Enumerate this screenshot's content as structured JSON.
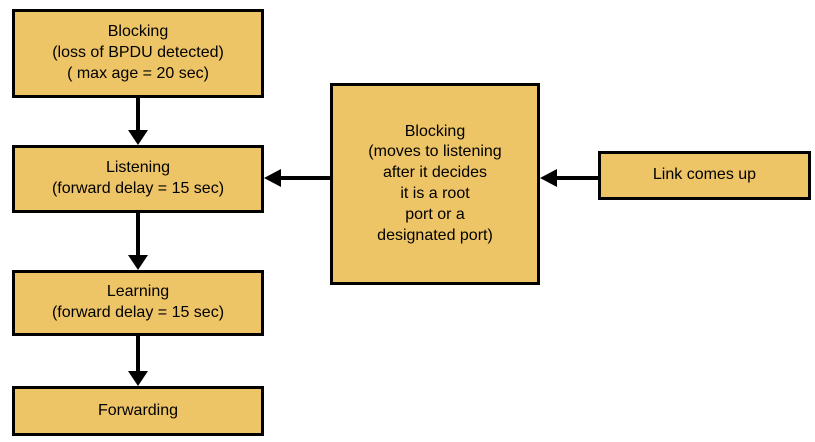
{
  "colors": {
    "background": "#ffffff",
    "box_fill": "#edc466",
    "box_border": "#000000",
    "arrow": "#000000",
    "text": "#000000"
  },
  "nodes": {
    "blocking_top": {
      "label": "Blocking\n(loss of BPDU detected)\n( max age = 20 sec)"
    },
    "listening": {
      "label": "Listening\n(forward delay = 15 sec)"
    },
    "learning": {
      "label": "Learning\n(forward delay = 15 sec)"
    },
    "forwarding": {
      "label": "Forwarding"
    },
    "blocking_center": {
      "label": "Blocking\n(moves to listening\nafter it decides\nit is a root\nport or a\ndesignated port)"
    },
    "link_up": {
      "label": "Link comes up"
    }
  }
}
